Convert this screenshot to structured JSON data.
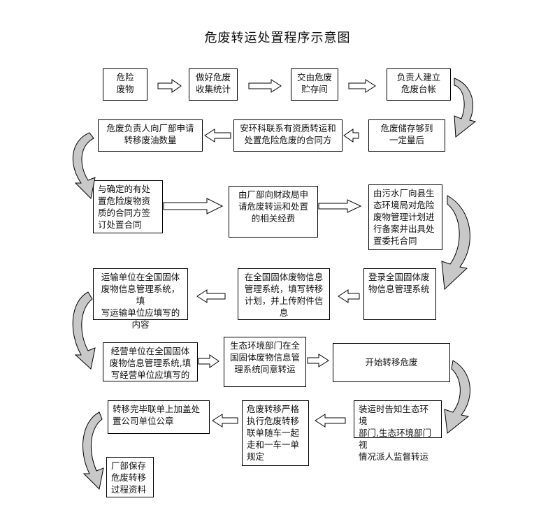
{
  "title": "危废转运处置程序示意图",
  "steps": {
    "s1": "危险\n废物",
    "s2": "做好危废\n收集统计",
    "s3": "交由危废\n贮存间",
    "s4": "负责人建立\n危废台帐",
    "s5": "危废储存够到\n一定量后",
    "s6": "安环科联系有资质转运和\n处置危险危废的合同方",
    "s7": "危废负责人向厂部申请\n转移废油数量",
    "s8": "与确定的有处\n置危险废物资\n质的合同方签\n订处置合同",
    "s9": "由厂部向财政局申\n请危废转运和处置\n的相关经费",
    "s10": "由污水厂向县生\n态环境局对危险\n废物管理计划进\n行备案并出具处\n置委托合同",
    "s11": "登录全国固体废\n物信息管理系统",
    "s12": "在全国固体废物信息\n管理系统，填写转移\n计划，并上传附件信\n息",
    "s13": "运输单位在全国固体\n废物信息管理系统，填\n写运输单位应填写的\n内容",
    "s14": "经营单位在全国固体\n废物信息管理系统,填\n写经营单位应填写的",
    "s15": "生态环境部门在全\n国固体废物信息管\n理系统同意转运",
    "s16": "开始转移危废",
    "s17": "装运时告知生态环境\n部门,生态环境部门视\n情况派人监督转运",
    "s18": "危废转移严格\n执行危废转移\n联单随车一起\n走和一车一单\n规定",
    "s19": "转移完毕联单上加盖处\n置公司单位公章",
    "s20": "厂部保存\n危废转移\n过程资料"
  }
}
